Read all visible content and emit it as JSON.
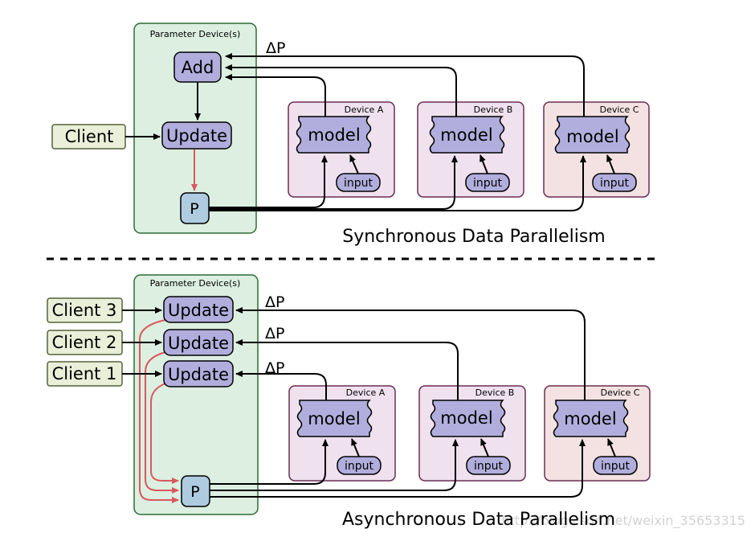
{
  "sync": {
    "param_title": "Parameter Device(s)",
    "add_label": "Add",
    "update_label": "Update",
    "p_label": "P",
    "client_label": "Client",
    "delta_label": "ΔP",
    "device_a": {
      "title": "Device A",
      "model": "model",
      "input": "input"
    },
    "device_b": {
      "title": "Device B",
      "model": "model",
      "input": "input"
    },
    "device_c": {
      "title": "Device C",
      "model": "model",
      "input": "input"
    },
    "caption": "Synchronous Data Parallelism"
  },
  "async": {
    "param_title": "Parameter Device(s)",
    "clients": [
      "Client 3",
      "Client 2",
      "Client 1"
    ],
    "update_label": "Update",
    "p_label": "P",
    "delta_labels": [
      "ΔP",
      "ΔP",
      "ΔP"
    ],
    "device_a": {
      "title": "Device A",
      "model": "model",
      "input": "input"
    },
    "device_b": {
      "title": "Device B",
      "model": "model",
      "input": "input"
    },
    "device_c": {
      "title": "Device C",
      "model": "model",
      "input": "input"
    },
    "caption": "Asynchronous Data Parallelism"
  },
  "watermark": "http://blog.csdn.net/weixin_35653315",
  "colors": {
    "param_fill": "#dcefe0",
    "param_stroke": "#2e6b34",
    "node_fill": "#b1aedd",
    "p_fill": "#aecbe0",
    "client_fill": "#e9efd8",
    "client_stroke": "#55623a",
    "device_ab_fill": "#efe1ee",
    "device_c_fill": "#f3e2e1",
    "device_stroke": "#6b2e56",
    "red_arrow": "#d9585e"
  }
}
